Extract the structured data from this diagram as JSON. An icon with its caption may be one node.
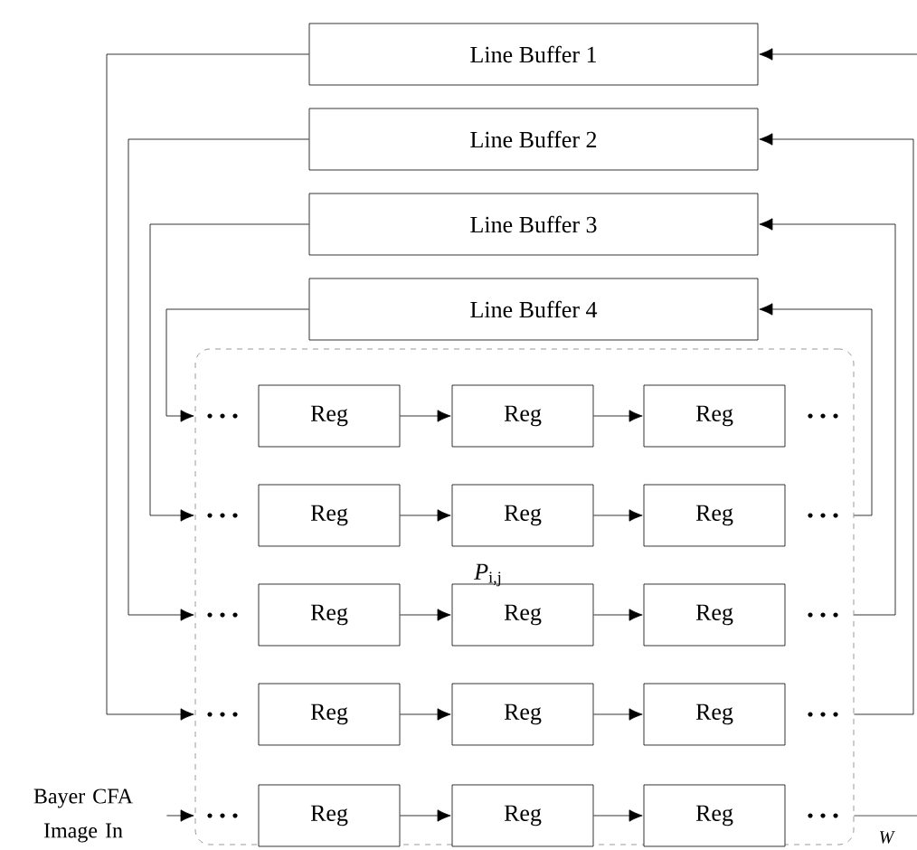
{
  "diagram": {
    "nodes": [
      {
        "text": [
          "Line Buffer 1"
        ]
      },
      {
        "text": [
          "Line Buffer 2"
        ]
      },
      {
        "text": [
          "Line Buffer 3"
        ]
      },
      {
        "text": [
          "Line Buffer 4"
        ]
      },
      {
        "text": [],
        "shape": "box"
      },
      {
        "text": [
          "Reg"
        ],
        "in": 4
      },
      {
        "text": [
          "Reg"
        ],
        "in": 4
      },
      {
        "text": [
          "Reg"
        ],
        "in": 4
      },
      {
        "text": [
          "Reg"
        ],
        "in": 4
      },
      {
        "text": [
          "Reg"
        ],
        "in": 4
      },
      {
        "text": [
          "Reg"
        ],
        "in": 4
      },
      {
        "text": [
          "Reg"
        ],
        "in": 4
      },
      {
        "text": [
          "Reg"
        ],
        "in": 4
      },
      {
        "text": [
          "Reg"
        ],
        "in": 4
      },
      {
        "text": [
          "Reg"
        ],
        "in": 4
      },
      {
        "text": [
          "Reg"
        ],
        "in": 4
      },
      {
        "text": [
          "Reg"
        ],
        "in": 4
      },
      {
        "text": [
          "Reg"
        ],
        "in": 4
      },
      {
        "text": [
          "Reg"
        ],
        "in": 4
      },
      {
        "text": [
          "Reg"
        ],
        "in": 4
      },
      {
        "text": [
          "Bayer CFA Image In"
        ]
      }
    ],
    "edges": [
      {
        "from": 0,
        "to": 4,
        "arrow": "to"
      },
      {
        "from": 1,
        "to": 4,
        "arrow": "to"
      },
      {
        "from": 2,
        "to": 4,
        "arrow": "to"
      },
      {
        "from": 3,
        "to": 4,
        "arrow": "to"
      },
      {
        "from": 4,
        "to": 3,
        "arrow": "to"
      },
      {
        "from": 4,
        "to": 2,
        "arrow": "to"
      },
      {
        "from": 4,
        "to": 1,
        "arrow": "to"
      },
      {
        "from": null,
        "to": 0,
        "arrow": "to"
      },
      {
        "from": 20,
        "to": 4,
        "arrow": "to"
      },
      {
        "from": 4,
        "to": null,
        "arrow": "none",
        "label": "W"
      },
      {
        "from": 5,
        "to": 6,
        "arrow": "to"
      },
      {
        "from": 6,
        "to": 7,
        "arrow": "to"
      },
      {
        "from": 8,
        "to": 9,
        "arrow": "to"
      },
      {
        "from": 9,
        "to": 10,
        "arrow": "to"
      },
      {
        "from": 11,
        "to": 12,
        "arrow": "to"
      },
      {
        "from": 12,
        "to": 13,
        "arrow": "to"
      },
      {
        "from": 14,
        "to": 15,
        "arrow": "to"
      },
      {
        "from": 15,
        "to": 16,
        "arrow": "to"
      },
      {
        "from": 17,
        "to": 18,
        "arrow": "to"
      },
      {
        "from": 18,
        "to": 19,
        "arrow": "to"
      }
    ],
    "labels": [
      "*P*$_{i,j}$"
    ]
  }
}
